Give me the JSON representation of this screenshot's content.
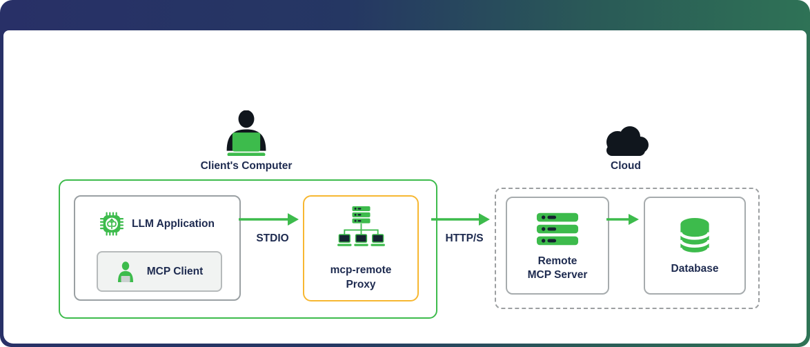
{
  "colors": {
    "accent_green": "#3dbb4c",
    "accent_amber": "#f7b731",
    "text_navy": "#1d2a4f",
    "icon_dark": "#10161d",
    "border_gray": "#9aa0a3",
    "dashed_gray": "#9c9fa1",
    "topbar_gradient_left": "#283067",
    "topbar_gradient_right": "#2f7456"
  },
  "client_group": {
    "label": "Client's Computer",
    "icon": "person-at-computer-icon",
    "llm_box": {
      "title": "LLM Application",
      "icon": "ai-chip-icon",
      "mcp_client": {
        "label": "MCP Client",
        "icon": "person-laptop-icon"
      }
    },
    "proxy_box": {
      "label_line1": "mcp-remote",
      "label_line2": "Proxy",
      "icon": "server-network-icon"
    }
  },
  "arrows": {
    "stdio_label": "STDIO",
    "https_label": "HTTP/S",
    "server_to_database": "arrow"
  },
  "cloud_group": {
    "label": "Cloud",
    "icon": "cloud-icon",
    "server_box": {
      "label_line1": "Remote",
      "label_line2": "MCP Server",
      "icon": "server-stack-icon"
    },
    "database_box": {
      "label": "Database",
      "icon": "database-icon"
    }
  }
}
